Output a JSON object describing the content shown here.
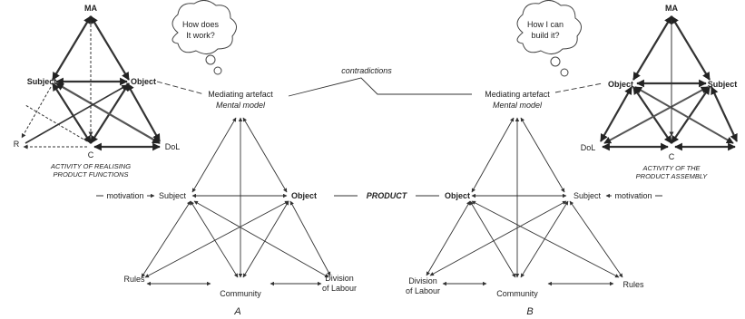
{
  "left_small": {
    "ma": "MA",
    "subject": "Subject",
    "object": "Object",
    "r": "R",
    "c": "C",
    "dol": "DoL",
    "caption_line1": "ACTIVITY OF REALISING",
    "caption_line2": "PRODUCT FUNCTIONS",
    "thought": [
      "How does",
      "It work?"
    ]
  },
  "right_small": {
    "ma": "MA",
    "object": "Object",
    "subject": "Subject",
    "dol": "DoL",
    "c": "C",
    "caption_line1": "ACTIVITY OF THE",
    "caption_line2": "PRODUCT ASSEMBLY",
    "thought": [
      "How I can",
      "build it?"
    ]
  },
  "left_main": {
    "artefact": "Mediating artefact",
    "model": "Mental model",
    "subject": "Subject",
    "object": "Object",
    "motivation": "motivation",
    "rules": "Rules",
    "community": "Community",
    "division1": "Division",
    "division2": "of Labour",
    "letter": "A"
  },
  "right_main": {
    "artefact": "Mediating artefact",
    "model": "Mental model",
    "object": "Object",
    "subject": "Subject",
    "motivation": "motivation",
    "division1": "Division",
    "division2": "of Labour",
    "community": "Community",
    "rules": "Rules",
    "letter": "B"
  },
  "center": {
    "contradictions": "contradictions",
    "product": "PRODUCT"
  }
}
